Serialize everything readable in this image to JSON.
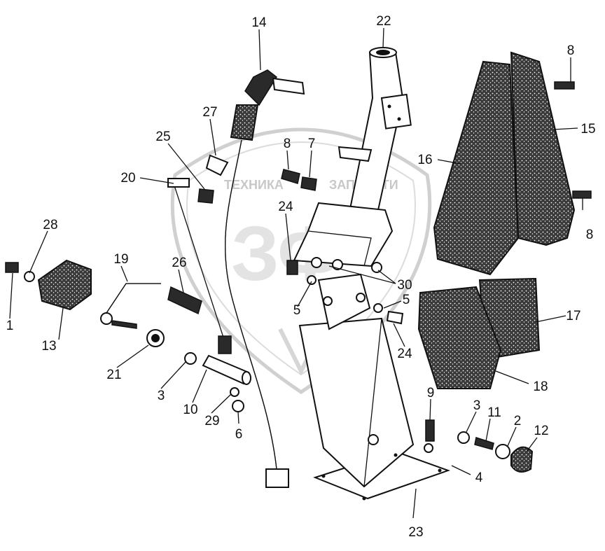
{
  "diagram": {
    "watermark": {
      "top_text": "ТЕХНИКА",
      "right_text": "ЗАПЧАСТИ",
      "mono": "ЗФ"
    },
    "callouts": [
      {
        "id": "14",
        "label": "14"
      },
      {
        "id": "22",
        "label": "22"
      },
      {
        "id": "8a",
        "label": "8"
      },
      {
        "id": "27",
        "label": "27"
      },
      {
        "id": "15",
        "label": "15"
      },
      {
        "id": "25",
        "label": "25"
      },
      {
        "id": "8b",
        "label": "8"
      },
      {
        "id": "7",
        "label": "7"
      },
      {
        "id": "16",
        "label": "16"
      },
      {
        "id": "20",
        "label": "20"
      },
      {
        "id": "8c",
        "label": "8"
      },
      {
        "id": "24a",
        "label": "24"
      },
      {
        "id": "28",
        "label": "28"
      },
      {
        "id": "19",
        "label": "19"
      },
      {
        "id": "26",
        "label": "26"
      },
      {
        "id": "30",
        "label": "30"
      },
      {
        "id": "5a",
        "label": "5"
      },
      {
        "id": "5b",
        "label": "5"
      },
      {
        "id": "17",
        "label": "17"
      },
      {
        "id": "1",
        "label": "1"
      },
      {
        "id": "13",
        "label": "13"
      },
      {
        "id": "24b",
        "label": "24"
      },
      {
        "id": "21",
        "label": "21"
      },
      {
        "id": "18",
        "label": "18"
      },
      {
        "id": "3a",
        "label": "3"
      },
      {
        "id": "10",
        "label": "10"
      },
      {
        "id": "9",
        "label": "9"
      },
      {
        "id": "29",
        "label": "29"
      },
      {
        "id": "3b",
        "label": "3"
      },
      {
        "id": "11",
        "label": "11"
      },
      {
        "id": "2",
        "label": "2"
      },
      {
        "id": "12",
        "label": "12"
      },
      {
        "id": "6",
        "label": "6"
      },
      {
        "id": "4",
        "label": "4"
      },
      {
        "id": "23",
        "label": "23"
      }
    ]
  }
}
